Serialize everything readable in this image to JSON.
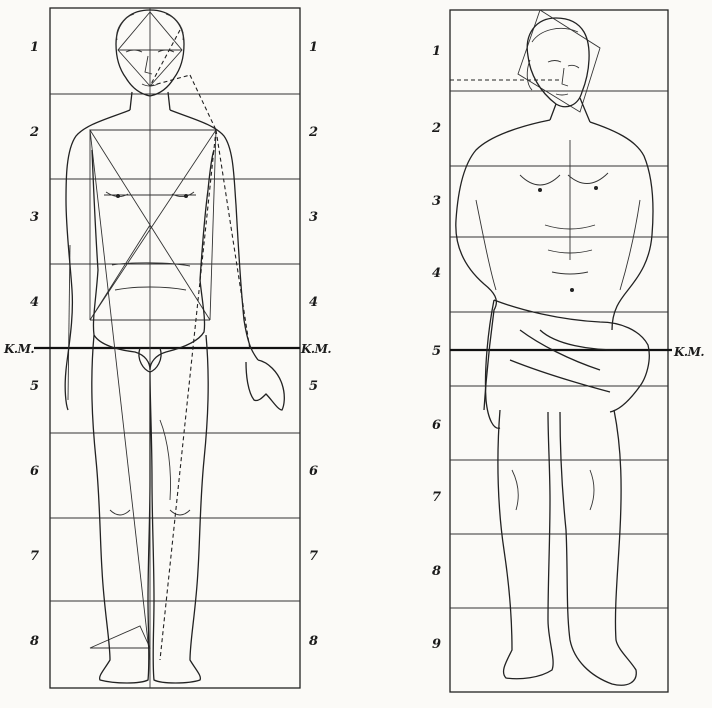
{
  "figure_left": {
    "row_numbers": [
      "1",
      "2",
      "3",
      "4",
      "5",
      "6",
      "7",
      "8"
    ],
    "km_label": "K.M."
  },
  "figure_right": {
    "row_numbers": [
      "1",
      "2",
      "3",
      "4",
      "5",
      "6",
      "7",
      "8",
      "9"
    ],
    "km_label": "K.M."
  }
}
